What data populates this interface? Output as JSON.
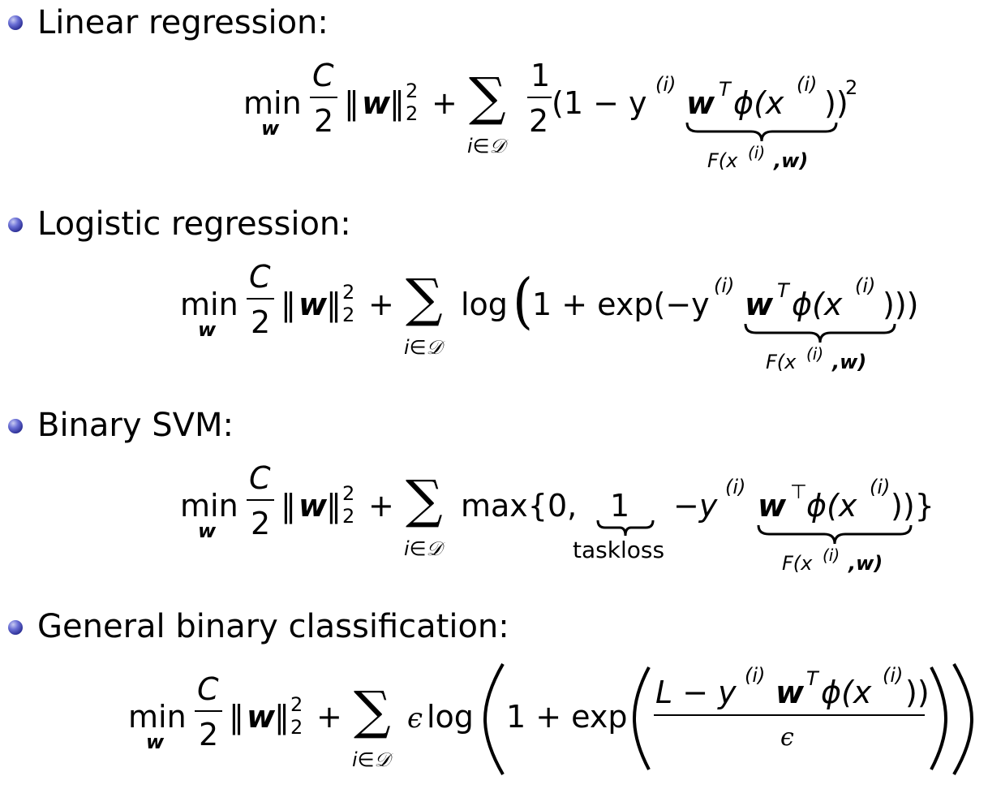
{
  "items": [
    {
      "label": "Linear regression:",
      "eq": {
        "min": "min",
        "min_sub": "w",
        "frac_num": "C",
        "frac_den": "2",
        "norm": "‖w‖",
        "norm_w": "w",
        "norm_sup": "2",
        "norm_sub": "2",
        "plus": "+",
        "sum": "∑",
        "sum_sub": "i∈𝒟",
        "half_num": "1",
        "half_den": "2",
        "body_left": "(1 − y",
        "sup_i": "(i)",
        "w": "w",
        "wsup": "T",
        "phi": "ϕ(x",
        "close": "))",
        "square": "2",
        "underbrace_label": "F(x",
        "underbrace_sup": "(i)",
        "underbrace_tail": ",w)"
      }
    },
    {
      "label": "Logistic regression:",
      "eq": {
        "min": "min",
        "min_sub": "w",
        "frac_num": "C",
        "frac_den": "2",
        "norm_w": "w",
        "norm_sup": "2",
        "norm_sub": "2",
        "plus": "+",
        "sum": "∑",
        "sum_sub": "i∈𝒟",
        "log": "log",
        "open": "(",
        "one": "1 + exp(−y",
        "sup_i": "(i)",
        "w": "w",
        "wsup": "T",
        "phi": "ϕ(x",
        "close": ")))",
        "underbrace_label": "F(x",
        "underbrace_sup": "(i)",
        "underbrace_tail": ",w)"
      }
    },
    {
      "label": "Binary SVM:",
      "eq": {
        "min": "min",
        "min_sub": "w",
        "frac_num": "C",
        "frac_den": "2",
        "norm_w": "w",
        "norm_sup": "2",
        "norm_sub": "2",
        "plus": "+",
        "sum": "∑",
        "sum_sub": "i∈𝒟",
        "max": "max{0,",
        "one": "1",
        "taskloss": "taskloss",
        "minus_y": "−y",
        "sup_i": "(i)",
        "w": "w",
        "wsup": "⊤",
        "phi": "ϕ(x",
        "close": "))}",
        "underbrace_label": "F(x",
        "underbrace_sup": "(i)",
        "underbrace_tail": ",w)"
      }
    },
    {
      "label": "General binary classification:",
      "eq": {
        "min": "min",
        "min_sub": "w",
        "frac_num": "C",
        "frac_den": "2",
        "norm_w": "w",
        "norm_sup": "2",
        "norm_sub": "2",
        "plus": "+",
        "sum": "∑",
        "sum_sub": "i∈𝒟",
        "eps": "ϵ",
        "log": "log",
        "one_exp": "1 + exp",
        "num_left": "L − y",
        "sup_i": "(i)",
        "w": "w",
        "wsup": "T",
        "phi": "ϕ(x",
        "num_close": "))",
        "den": "ϵ"
      }
    }
  ]
}
